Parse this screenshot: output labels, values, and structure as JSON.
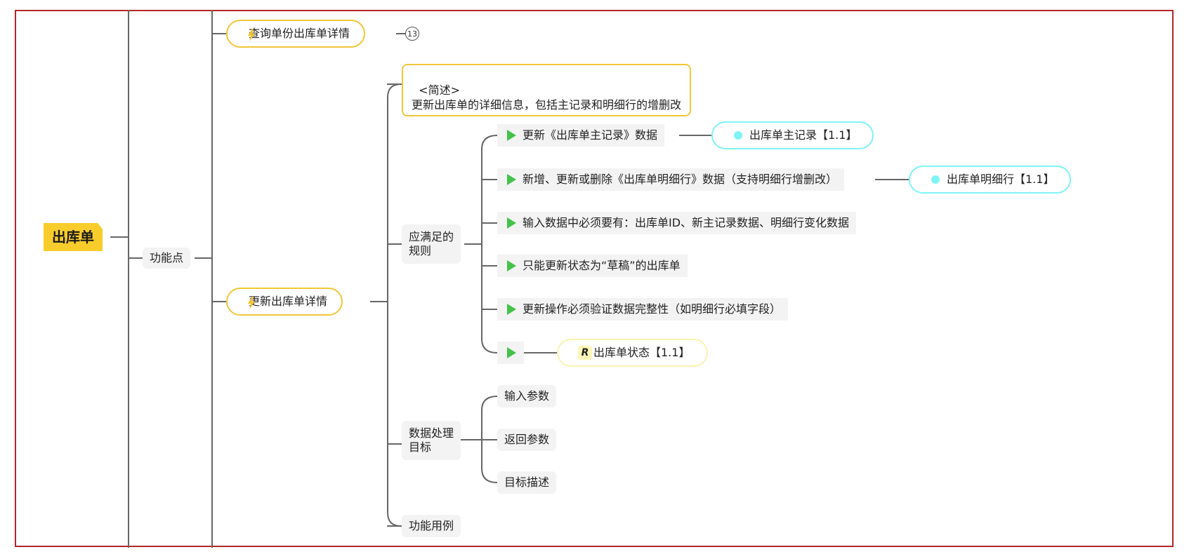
{
  "mindmap": {
    "root": "出库单",
    "category": "功能点",
    "feature_query": "查询单份出库单详情",
    "feature_query_count": "13",
    "feature_update": "更新出库单详情",
    "summary": "<简述>\n更新出库单的详细信息，包括主记录和明细行的增删改",
    "rules_group": "应满足的\n规则",
    "rules": [
      "更新《出库单主记录》数据",
      "新增、更新或删除《出库单明细行》数据（支持明细行增删改）",
      "输入数据中必须要有：出库单ID、新主记录数据、明细行变化数据",
      "只能更新状态为“草稿”的出库单",
      "更新操作必须验证数据完整性（如明细行必填字段）",
      ""
    ],
    "ref_main_record": "出库单主记录【1.1】",
    "ref_detail_line": "出库单明细行【1.1】",
    "ref_status": "出库单状态【1.1】",
    "ref_status_badge": "R",
    "data_group": "数据处理\n目标",
    "data_items": [
      "输入参数",
      "返回参数",
      "目标描述"
    ],
    "use_cases": "功能用例"
  },
  "colors": {
    "frame": "#b3262a",
    "root_fill": "#f8cd2b",
    "feature_border": "#f2c63a",
    "rule_triangle": "#44c24a",
    "ref_border": "#7ef4f7",
    "status_border": "#fbf2b0",
    "connector": "#666666"
  },
  "icons": {
    "feature": "lightning-icon",
    "rule": "green-triangle-icon",
    "reference": "cyan-dot-icon",
    "status": "r-badge-icon"
  }
}
